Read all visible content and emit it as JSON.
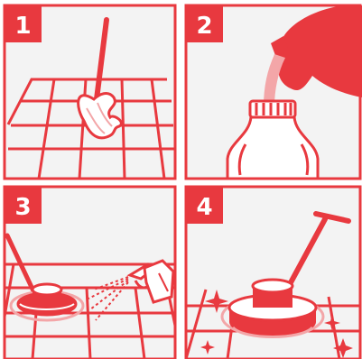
{
  "colors": {
    "red": "#e8393f",
    "light_red": "#f3a6a8",
    "panel_bg": "#f3f3f3",
    "white": "#ffffff"
  },
  "steps": [
    {
      "number": "1",
      "icon": "mop-on-tile-floor"
    },
    {
      "number": "2",
      "icon": "pouring-cleaner-into-bottle"
    },
    {
      "number": "3",
      "icon": "floor-buffer-and-spray-bottle"
    },
    {
      "number": "4",
      "icon": "floor-polisher-with-sparkles"
    }
  ]
}
